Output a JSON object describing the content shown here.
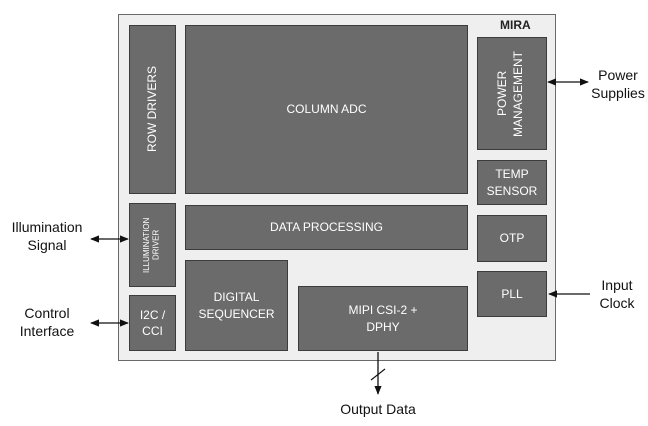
{
  "chip": {
    "title": "MIRA"
  },
  "blocks": {
    "row_drivers": "ROW DRIVERS",
    "column_adc": "COLUMN ADC",
    "power_management": "POWER MANAGEMENT",
    "temp_sensor": "TEMP SENSOR",
    "illumination_driver": "ILLUMINATION DRIVER",
    "data_processing": "DATA PROCESSING",
    "otp": "OTP",
    "digital_sequencer": "DIGITAL SEQUENCER",
    "mipi": "MIPI CSI-2 + DPHY",
    "pll": "PLL",
    "i2c": "I2C / CCI"
  },
  "external": {
    "power_supplies": "Power Supplies",
    "illumination_signal": "Illumination Signal",
    "control_interface": "Control Interface",
    "input_clock": "Input Clock",
    "output_data": "Output Data"
  }
}
